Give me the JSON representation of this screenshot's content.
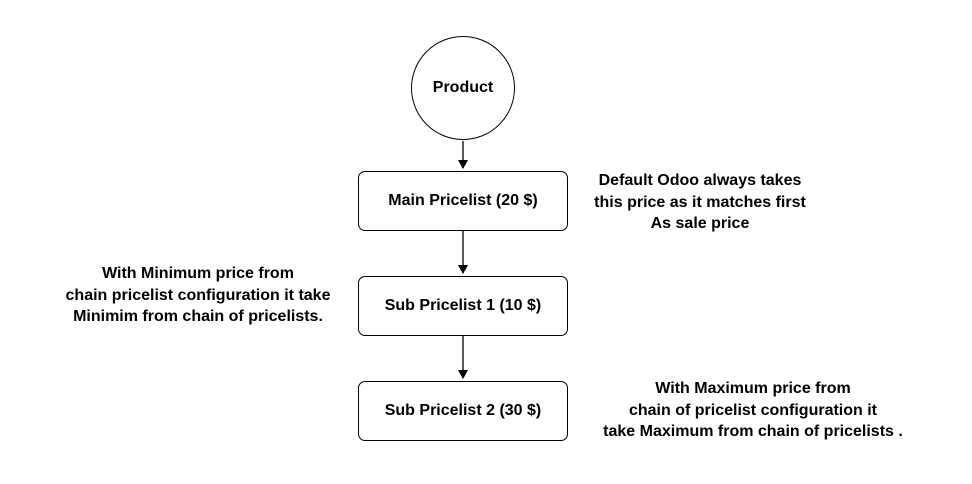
{
  "nodes": {
    "product": "Product",
    "main": "Main Pricelist (20 $)",
    "sub1": "Sub Pricelist 1 (10 $)",
    "sub2": "Sub Pricelist 2 (30 $)"
  },
  "notes": {
    "default": [
      "Default Odoo always takes",
      "this price as it matches first",
      "As sale price"
    ],
    "minimum": [
      "With Minimum price from",
      "chain pricelist configuration it take",
      "Minimim from chain of pricelists."
    ],
    "maximum": [
      "With Maximum price from",
      "chain of pricelist configuration it",
      "take Maximum from chain of pricelists ."
    ]
  },
  "colors": {
    "stroke": "#000000",
    "background": "#ffffff"
  }
}
